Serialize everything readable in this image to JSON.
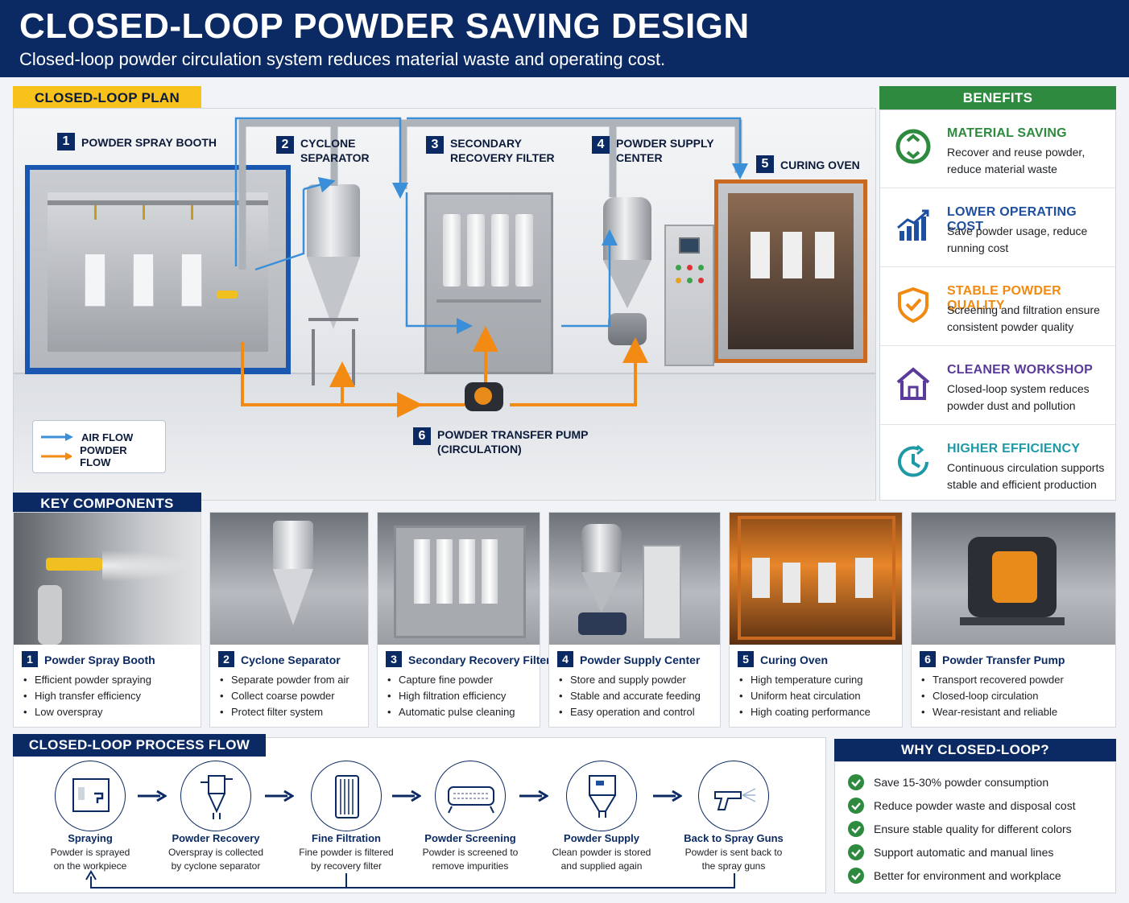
{
  "header": {
    "title": "CLOSED-LOOP POWDER SAVING DESIGN",
    "subtitle": "Closed-loop powder circulation system reduces material waste and operating cost."
  },
  "plan": {
    "tag": "CLOSED-LOOP PLAN",
    "labels": [
      {
        "num": "1",
        "text": "POWDER SPRAY BOOTH"
      },
      {
        "num": "2",
        "text": "CYCLONE\nSEPARATOR"
      },
      {
        "num": "3",
        "text": "SECONDARY\nRECOVERY FILTER"
      },
      {
        "num": "4",
        "text": "POWDER SUPPLY\nCENTER"
      },
      {
        "num": "5",
        "text": "CURING OVEN"
      },
      {
        "num": "6",
        "text": "POWDER TRANSFER PUMP\n(CIRCULATION)"
      }
    ],
    "legend": {
      "air": "AIR FLOW",
      "powder": "POWDER FLOW"
    },
    "colors": {
      "air": "#3b8fd9",
      "powder": "#f28a14"
    }
  },
  "benefits": {
    "tag": "BENEFITS",
    "items": [
      {
        "title": "MATERIAL SAVING",
        "desc": "Recover and reuse powder, reduce material waste",
        "color": "#2e8a3e",
        "icon": "recycle-icon"
      },
      {
        "title": "LOWER OPERATING COST",
        "desc": "Save powder usage, reduce running cost",
        "color": "#1f4fa0",
        "icon": "chart-up-icon"
      },
      {
        "title": "STABLE POWDER QUALITY",
        "desc": "Screening and filtration ensure consistent powder quality",
        "color": "#f08a12",
        "icon": "shield-check-icon"
      },
      {
        "title": "CLEANER WORKSHOP",
        "desc": "Closed-loop system reduces powder dust and pollution",
        "color": "#5a3a9a",
        "icon": "factory-home-icon"
      },
      {
        "title": "HIGHER EFFICIENCY",
        "desc": "Continuous circulation supports stable and efficient production",
        "color": "#1e9aa6",
        "icon": "clock-cycle-icon"
      }
    ]
  },
  "components": {
    "tag": "KEY COMPONENTS",
    "items": [
      {
        "num": "1",
        "title": "Powder Spray Booth",
        "bullets": [
          "Efficient powder spraying",
          "High transfer efficiency",
          "Low overspray"
        ]
      },
      {
        "num": "2",
        "title": "Cyclone Separator",
        "bullets": [
          "Separate powder from air",
          "Collect coarse powder",
          "Protect filter system"
        ]
      },
      {
        "num": "3",
        "title": "Secondary Recovery Filter",
        "bullets": [
          "Capture fine powder",
          "High filtration efficiency",
          "Automatic pulse cleaning"
        ]
      },
      {
        "num": "4",
        "title": "Powder Supply Center",
        "bullets": [
          "Store and supply powder",
          "Stable and accurate feeding",
          "Easy operation and control"
        ]
      },
      {
        "num": "5",
        "title": "Curing Oven",
        "bullets": [
          "High temperature curing",
          "Uniform heat circulation",
          "High coating performance"
        ]
      },
      {
        "num": "6",
        "title": "Powder Transfer Pump",
        "bullets": [
          "Transport recovered powder",
          "Closed-loop circulation",
          "Wear-resistant and reliable"
        ]
      }
    ]
  },
  "process": {
    "tag": "CLOSED-LOOP PROCESS FLOW",
    "steps": [
      {
        "title": "Spraying",
        "desc": "Powder is sprayed\non the workpiece",
        "icon": "spray-booth-icon"
      },
      {
        "title": "Powder Recovery",
        "desc": "Overspray is collected\nby cyclone separator",
        "icon": "cyclone-icon"
      },
      {
        "title": "Fine Filtration",
        "desc": "Fine powder is filtered\nby recovery filter",
        "icon": "filter-cartridge-icon"
      },
      {
        "title": "Powder Screening",
        "desc": "Powder is screened to\nremove impurities",
        "icon": "sieve-icon"
      },
      {
        "title": "Powder Supply",
        "desc": "Clean powder is stored\nand supplied again",
        "icon": "hopper-icon"
      },
      {
        "title": "Back to Spray Guns",
        "desc": "Powder is sent back to\nthe spray guns",
        "icon": "spray-gun-icon"
      }
    ]
  },
  "why": {
    "tag": "WHY CLOSED-LOOP?",
    "items": [
      "Save 15-30% powder consumption",
      "Reduce powder waste and disposal cost",
      "Ensure stable quality for different colors",
      "Support automatic and manual lines",
      "Better for environment and workplace"
    ],
    "check_color": "#2e8a3e"
  }
}
